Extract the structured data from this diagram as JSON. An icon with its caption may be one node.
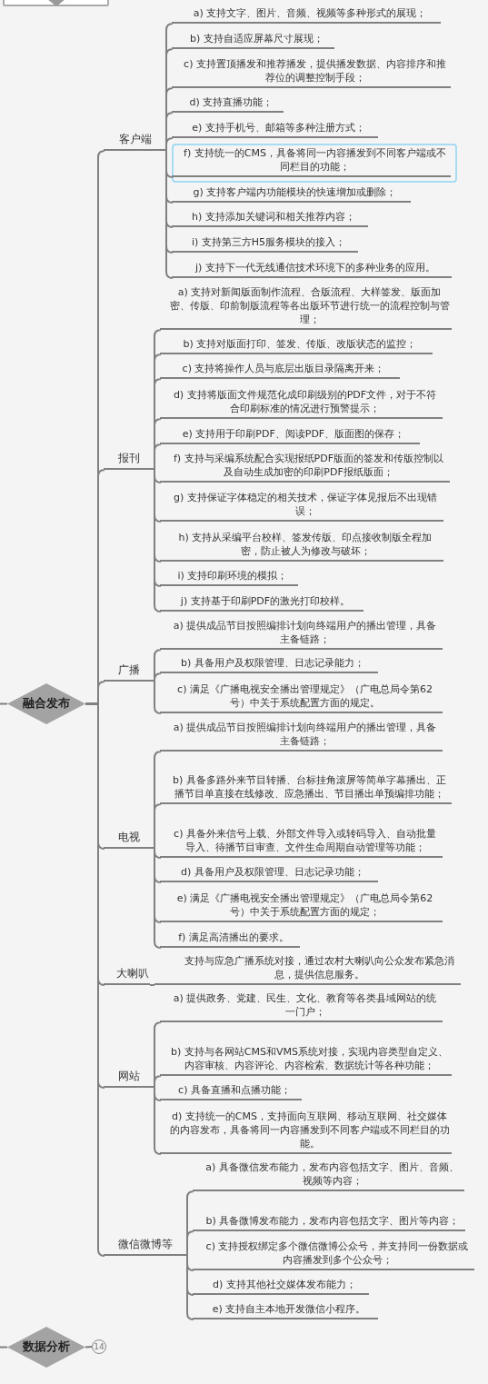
{
  "diagram": {
    "nodes": [
      {
        "text": [],
        "shape": "box"
      },
      {
        "text": [
          "融合发布"
        ]
      },
      {
        "text": [
          "客户端"
        ]
      },
      {
        "text": [
          "a) 支持文字、图片、音频、视频等多种形式的展现；"
        ]
      },
      {
        "text": [
          "b) 支持自适应屏幕尺寸展现；"
        ]
      },
      {
        "text": [
          "c) 支持置顶播发和推荐播发，提供播发数据、内容排序和推荐位的调整控制手段；"
        ]
      },
      {
        "text": [
          "d) 支持直播功能；"
        ]
      },
      {
        "text": [
          "e) 支持手机号、邮箱等多种注册方式；"
        ]
      },
      {
        "text": [
          "f) 支持统一的CMS，具备将同一内容播发到不同客户端或不同栏目的功能；"
        ]
      },
      {
        "text": [
          "g) 支持客户端内功能模块的快速增加或删除；"
        ]
      },
      {
        "text": [
          "h) 支持添加关键词和相关推荐内容；"
        ]
      },
      {
        "text": [
          "i) 支持第三方H5服务模块的接入；"
        ]
      },
      {
        "text": [
          "j) 支持下一代无线通信技术环境下的多种业务的应用。"
        ]
      },
      {
        "text": [
          "报刊"
        ]
      },
      {
        "text": [
          "a) 支持对新闻版面制作流程、合版流程、大样签发、版面加密、传版、印前制版流程等各出版环节进行统一的流程控制与管理；"
        ]
      },
      {
        "text": [
          "b) 支持对版面打印、签发、传版、改版状态的监控；"
        ]
      },
      {
        "text": [
          "c) 支持将操作人员与底层出版目录隔离开来；"
        ]
      },
      {
        "text": [
          "d) 支持将版面文件规范化成印刷级别的PDF文件，对于不符合印刷标准的情况进行预警提示；"
        ]
      },
      {
        "text": [
          "e) 支持用于印刷PDF、阅读PDF、版面图的保存；"
        ]
      },
      {
        "text": [
          "f) 支持与采编系统配合实现报纸PDF版面的签发和传版控制以及自动生成加密的印刷PDF报纸版面；"
        ]
      },
      {
        "text": [
          "g) 支持保证字体稳定的相关技术，保证字体见报后不出现错误；"
        ]
      },
      {
        "text": [
          "h) 支持从采编平台校样、签发传版、印点接收制版全程加密，防止被人为修改与破坏；"
        ]
      },
      {
        "text": [
          "i) 支持印刷环境的模拟；"
        ]
      },
      {
        "text": [
          "j) 支持基于印刷PDF的激光打印校样。"
        ]
      },
      {
        "text": [
          "广播"
        ]
      },
      {
        "text": [
          "a) 提供成品节目按照编排计划向终端用户的播出管理，具备主备链路；"
        ]
      },
      {
        "text": [
          "b) 具备用户及权限管理、日志记录能力；"
        ]
      },
      {
        "text": [
          "c) 满足《广播电视安全播出管理规定》（广电总局令第62号）中关于系统配置方面的规定。"
        ]
      },
      {
        "text": [
          "电视"
        ]
      },
      {
        "text": [
          "a) 提供成品节目按照编排计划向终端用户的播出管理，具备主备链路；"
        ]
      },
      {
        "text": [
          "b) 具备多路外来节目转播、台标挂角滚屏等简单字幕播出、正播节目单直接在线修改、应急播出、节目播出单预编排功能；"
        ]
      },
      {
        "text": [
          "c) 具备外来信号上载、外部文件导入或转码导入、自动批量导入、待播节目审查、文件生命周期自动管理等功能；"
        ]
      },
      {
        "text": [
          "d) 具备用户及权限管理、日志记录功能；"
        ]
      },
      {
        "text": [
          "e) 满足《广播电视安全播出管理规定》（广电总局令第62号）中关于系统配置方面的规定；"
        ]
      },
      {
        "text": [
          "f) 满足高清播出的要求。"
        ]
      },
      {
        "text": [
          "大喇叭"
        ]
      },
      {
        "text": [
          "支持与应急广播系统对接，通过农村大喇叭向公众发布紧急消息，提供信息服务。"
        ]
      },
      {
        "text": [
          "网站"
        ]
      },
      {
        "text": [
          "a) 提供政务、党建、民生、文化、教育等各类县域网站的统一门户；"
        ]
      },
      {
        "text": [
          "b) 支持与各网站CMS和VMS系统对接，实现内容类型自定义、内容审核、内容评论、内容检索、数据统计等各种功能；"
        ]
      },
      {
        "text": [
          "c) 具备直播和点播功能；"
        ]
      },
      {
        "text": [
          "d) 支持统一的CMS，支持面向互联网、移动互联网、社交媒体的内容发布，具备将同一内容播发到不同客户端或不同栏目的功能。"
        ]
      },
      {
        "text": [
          "微信微博等"
        ]
      },
      {
        "text": [
          "a) 具备微信发布能力，发布内容包括文字、图片、音频、视频等内容；"
        ]
      },
      {
        "text": [
          "b) 具备微博发布能力，发布内容包括文字、图片等内容；"
        ]
      },
      {
        "text": [
          "c) 支持授权绑定多个微信微博公众号，并支持同一份数据或内容播发到多个公众号；"
        ]
      },
      {
        "text": [
          "d) 支持其他社交媒体发布能力；"
        ]
      },
      {
        "text": [
          "e) 支持自主本地开发微信小程序。"
        ]
      },
      {
        "text": [
          "数据分析"
        ]
      },
      {
        "text": [
          "14"
        ]
      }
    ],
    "edges": [
      {
        "from": null,
        "to": 1,
        "arrow": "none"
      },
      {
        "from": 1,
        "to": 2,
        "arrow": "none"
      },
      {
        "from": 2,
        "to": 3,
        "arrow": "none"
      },
      {
        "from": 2,
        "to": 4,
        "arrow": "none"
      },
      {
        "from": 2,
        "to": 5,
        "arrow": "none"
      },
      {
        "from": 2,
        "to": 6,
        "arrow": "none"
      },
      {
        "from": 2,
        "to": 7,
        "arrow": "none"
      },
      {
        "from": 2,
        "to": 8,
        "arrow": "none"
      },
      {
        "from": 2,
        "to": 9,
        "arrow": "none"
      },
      {
        "from": 2,
        "to": 10,
        "arrow": "none"
      },
      {
        "from": 2,
        "to": 11,
        "arrow": "none"
      },
      {
        "from": 2,
        "to": 12,
        "arrow": "none"
      },
      {
        "from": 1,
        "to": 13,
        "arrow": "none"
      },
      {
        "from": 13,
        "to": 14,
        "arrow": "none"
      },
      {
        "from": 13,
        "to": 15,
        "arrow": "none"
      },
      {
        "from": 13,
        "to": 16,
        "arrow": "none"
      },
      {
        "from": 13,
        "to": 17,
        "arrow": "none"
      },
      {
        "from": 13,
        "to": 18,
        "arrow": "none"
      },
      {
        "from": 13,
        "to": 19,
        "arrow": "none"
      },
      {
        "from": 13,
        "to": 20,
        "arrow": "none"
      },
      {
        "from": 13,
        "to": 21,
        "arrow": "none"
      },
      {
        "from": 13,
        "to": 22,
        "arrow": "none"
      },
      {
        "from": 13,
        "to": 23,
        "arrow": "none"
      },
      {
        "from": 1,
        "to": 24,
        "arrow": "none"
      },
      {
        "from": 24,
        "to": 25,
        "arrow": "none"
      },
      {
        "from": 24,
        "to": 26,
        "arrow": "none"
      },
      {
        "from": 24,
        "to": 27,
        "arrow": "none"
      },
      {
        "from": 1,
        "to": 28,
        "arrow": "none"
      },
      {
        "from": 28,
        "to": 29,
        "arrow": "none"
      },
      {
        "from": 28,
        "to": 30,
        "arrow": "none"
      },
      {
        "from": 28,
        "to": 31,
        "arrow": "none"
      },
      {
        "from": 28,
        "to": 32,
        "arrow": "none"
      },
      {
        "from": 28,
        "to": 33,
        "arrow": "none"
      },
      {
        "from": 28,
        "to": 34,
        "arrow": "none"
      },
      {
        "from": 1,
        "to": 35,
        "arrow": "none"
      },
      {
        "from": 35,
        "to": 36,
        "arrow": "none"
      },
      {
        "from": 1,
        "to": 37,
        "arrow": "none"
      },
      {
        "from": 37,
        "to": 38,
        "arrow": "none"
      },
      {
        "from": 37,
        "to": 39,
        "arrow": "none"
      },
      {
        "from": 37,
        "to": 40,
        "arrow": "none"
      },
      {
        "from": 37,
        "to": 41,
        "arrow": "none"
      },
      {
        "from": 1,
        "to": 42,
        "arrow": "none"
      },
      {
        "from": 42,
        "to": 43,
        "arrow": "none"
      },
      {
        "from": 42,
        "to": 44,
        "arrow": "none"
      },
      {
        "from": 42,
        "to": 45,
        "arrow": "none"
      },
      {
        "from": 42,
        "to": 46,
        "arrow": "none"
      },
      {
        "from": 42,
        "to": 47,
        "arrow": "none"
      },
      {
        "from": null,
        "to": 48,
        "arrow": "none"
      },
      {
        "from": 48,
        "to": 49,
        "arrow": "none"
      }
    ]
  }
}
